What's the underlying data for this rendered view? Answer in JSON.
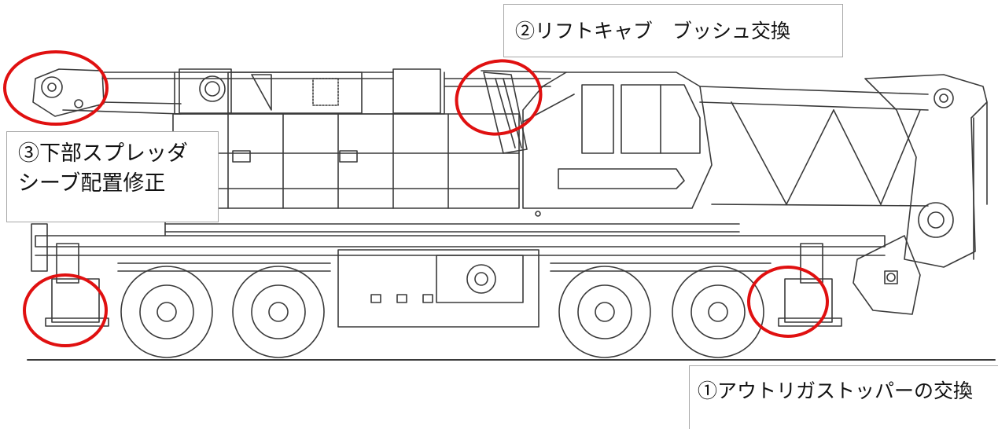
{
  "callouts": {
    "lift_cab_bush": "②リフトキャブ　ブッシュ交換",
    "lower_spreader_line1": "③下部スプレッダ",
    "lower_spreader_line2": "シーブ配置修正",
    "outrigger_stopper": "①アウトリガストッパーの交換"
  },
  "colors": {
    "line": "#3a3a3a",
    "highlight_circle": "#e01010",
    "callout_border": "#a8a8a8"
  }
}
